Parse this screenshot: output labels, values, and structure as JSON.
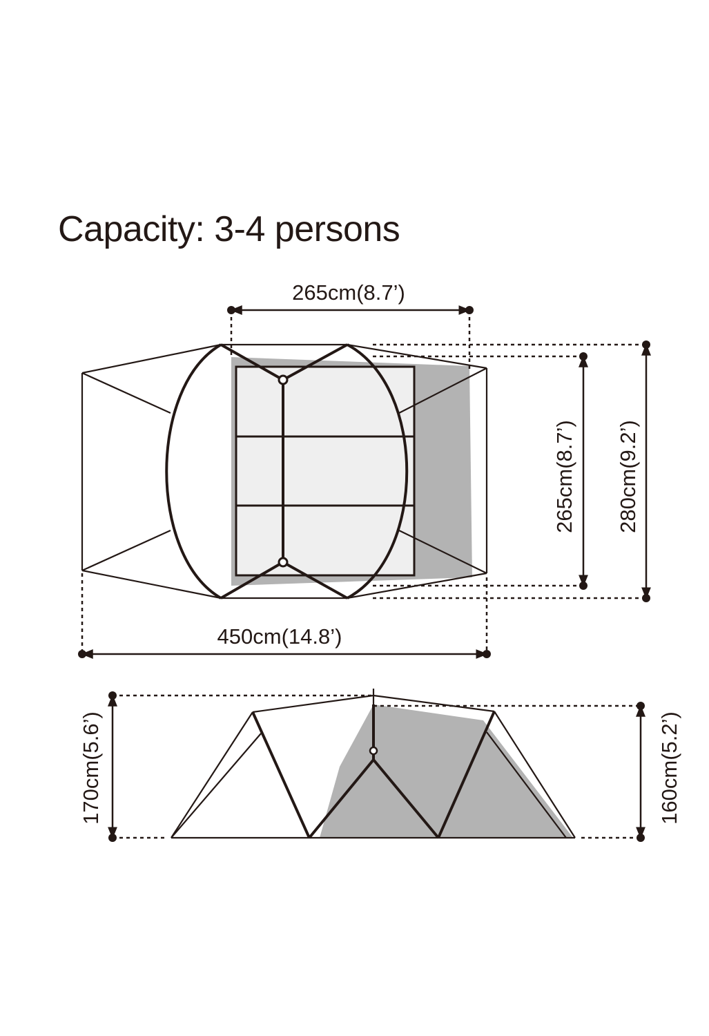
{
  "title": "Capacity: 3-4 persons",
  "colors": {
    "ink": "#231815",
    "shade": "#b3b3b3",
    "floor": "#efefef"
  },
  "top_view": {
    "inner_width_label": "265cm(8.7’)",
    "total_length_label": "450cm(14.8’)",
    "inner_depth_label": "265cm(8.7’)",
    "total_width_label": "280cm(9.2’)"
  },
  "side_view": {
    "max_height_label": "170cm(5.6’)",
    "rear_height_label": "160cm(5.2’)"
  }
}
